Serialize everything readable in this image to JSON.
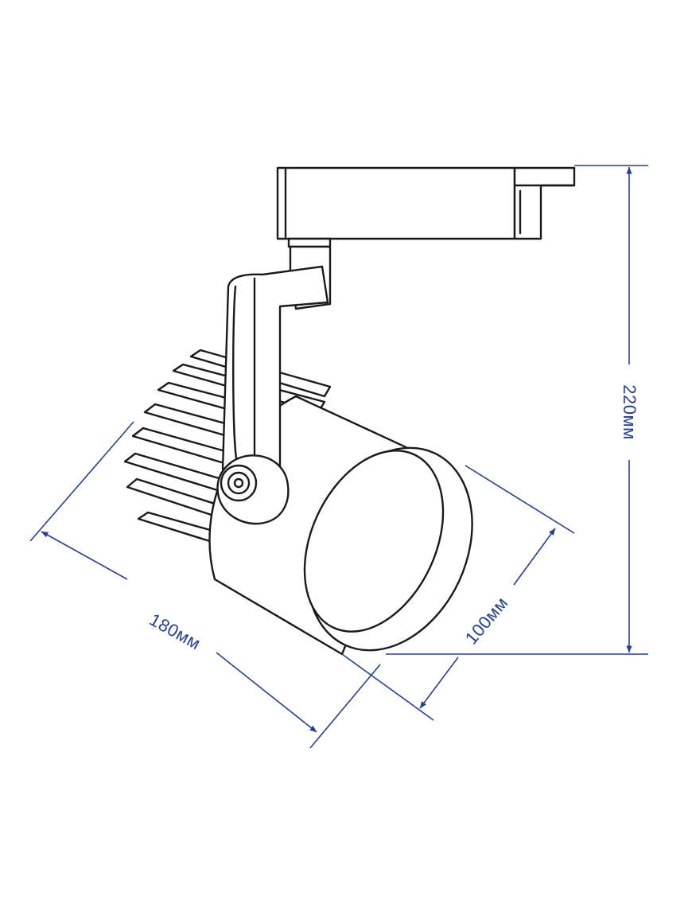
{
  "drawing": {
    "colors": {
      "outline": "#1a1a1a",
      "dimension": "#25408f",
      "fill": "#ffffff"
    }
  },
  "dimensions": {
    "height": "220мм",
    "length": "180мм",
    "diameter": "100мм"
  }
}
